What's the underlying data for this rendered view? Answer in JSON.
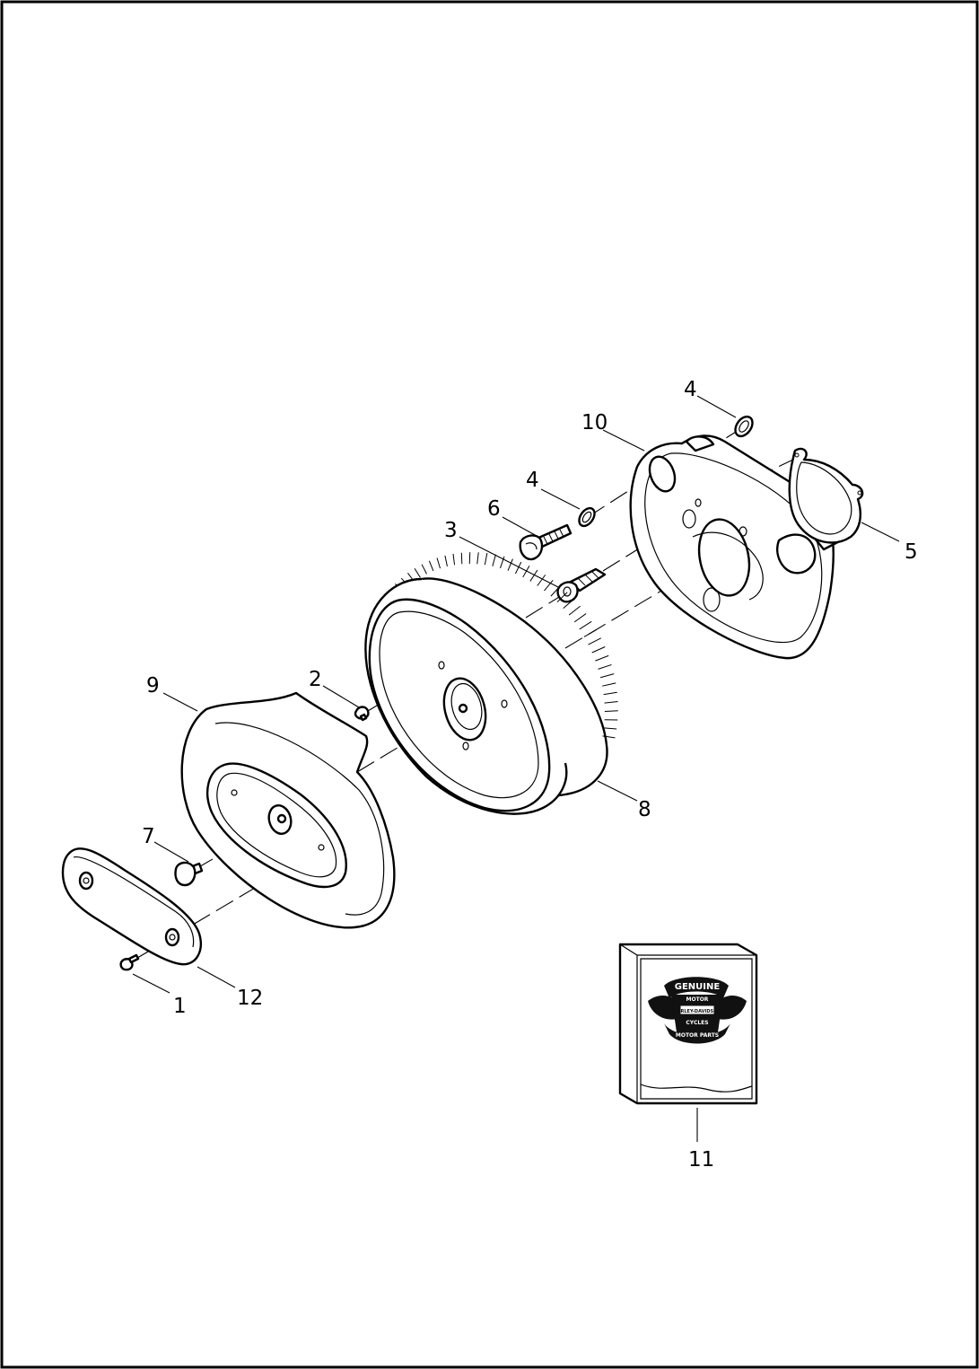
{
  "callouts": {
    "c1": "1",
    "c2": "2",
    "c3": "3",
    "c4a": "4",
    "c4b": "4",
    "c5": "5",
    "c6": "6",
    "c7": "7",
    "c8": "8",
    "c9": "9",
    "c10": "10",
    "c11": "11",
    "c12": "12"
  },
  "logo": {
    "top": "GENUINE",
    "motor": "MOTOR",
    "brand": "HARLEY-DAVIDSON",
    "cycles": "CYCLES",
    "bottom": "MOTOR PARTS"
  }
}
